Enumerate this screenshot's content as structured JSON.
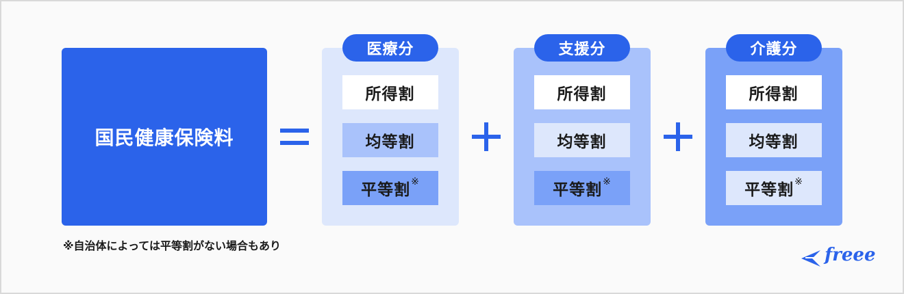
{
  "main": {
    "label": "国民健康保険料"
  },
  "groups": [
    {
      "title": "医療分",
      "items": [
        {
          "label": "所得割",
          "mark": ""
        },
        {
          "label": "均等割",
          "mark": ""
        },
        {
          "label": "平等割",
          "mark": "※"
        }
      ],
      "bg": "#dde7fc",
      "item_colors": [
        "#ffffff",
        "#a9c2fb",
        "#7aa1f8"
      ]
    },
    {
      "title": "支援分",
      "items": [
        {
          "label": "所得割",
          "mark": ""
        },
        {
          "label": "均等割",
          "mark": ""
        },
        {
          "label": "平等割",
          "mark": "※"
        }
      ],
      "bg": "#a9c2fb",
      "item_colors": [
        "#ffffff",
        "#dde7fc",
        "#7aa1f8"
      ]
    },
    {
      "title": "介護分",
      "items": [
        {
          "label": "所得割",
          "mark": ""
        },
        {
          "label": "均等割",
          "mark": ""
        },
        {
          "label": "平等割",
          "mark": "※"
        }
      ],
      "bg": "#7aa1f8",
      "item_colors": [
        "#ffffff",
        "#dde7fc",
        "#dde7fc"
      ]
    }
  ],
  "note": "※自治体によっては平等割がない場合もあり",
  "logo": {
    "text": "freee"
  },
  "colors": {
    "accent": "#2b63ea"
  }
}
